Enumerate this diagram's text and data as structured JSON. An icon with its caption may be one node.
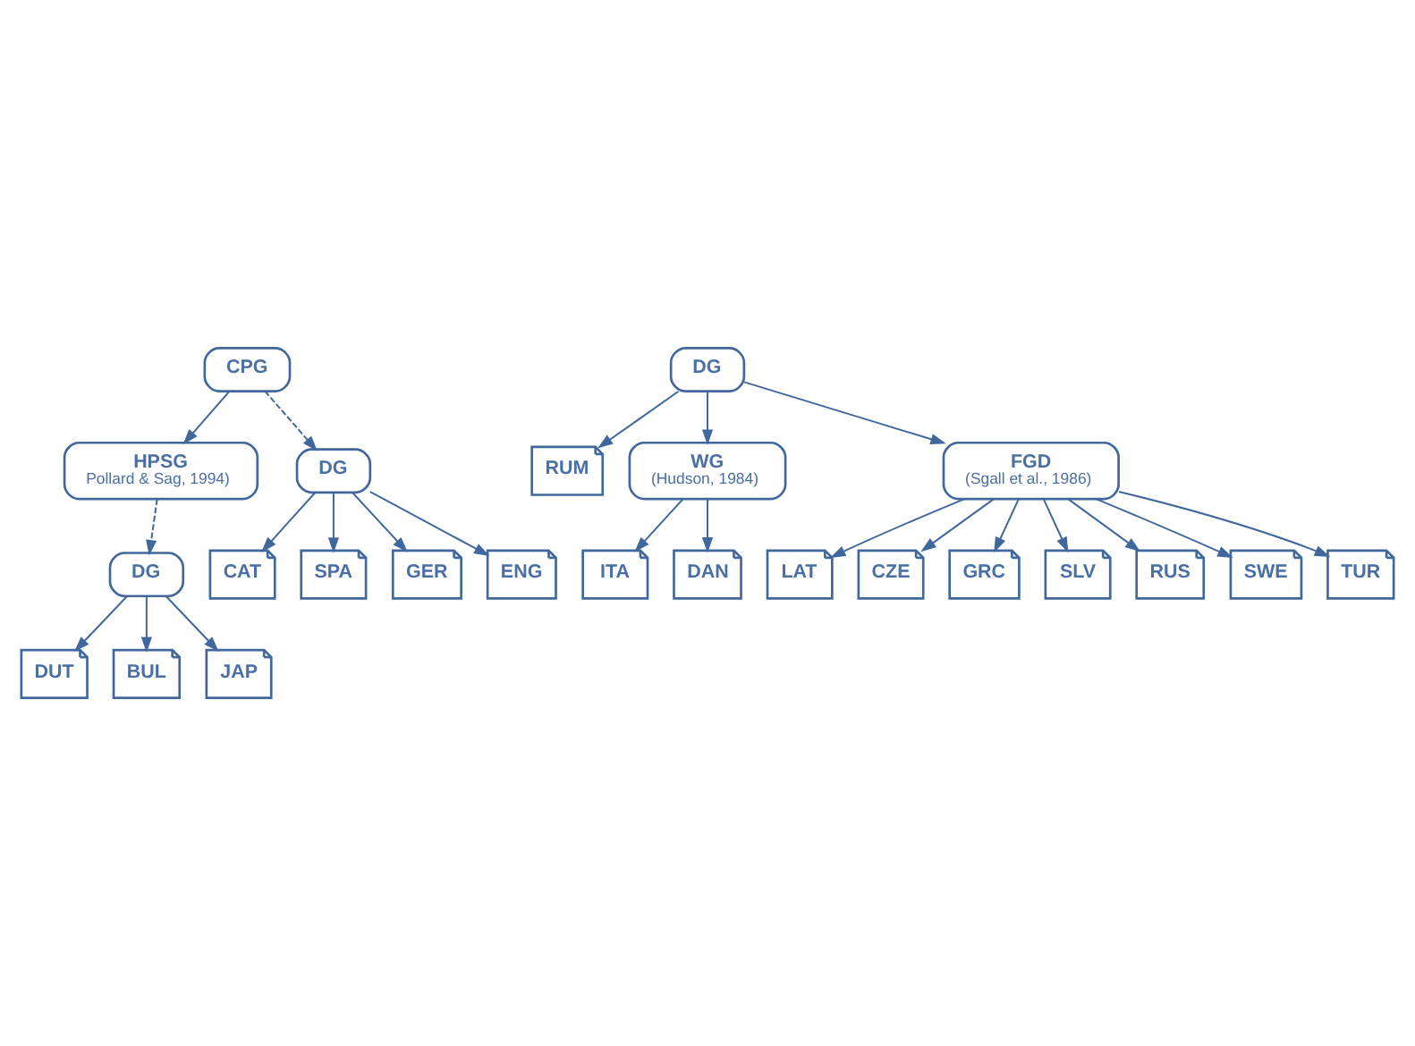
{
  "diagram": {
    "nodes": [
      {
        "text": [
          "CPG"
        ]
      },
      {
        "text": [
          "HPSG",
          "Pollard & Sag, 1994)"
        ]
      },
      {
        "text": [
          "DG"
        ]
      },
      {
        "text": [
          "DG"
        ]
      },
      {
        "text": [
          "DUT"
        ]
      },
      {
        "text": [
          "BUL"
        ]
      },
      {
        "text": [
          "JAP"
        ]
      },
      {
        "text": [
          "CAT"
        ]
      },
      {
        "text": [
          "SPA"
        ]
      },
      {
        "text": [
          "GER"
        ]
      },
      {
        "text": [
          "ENG"
        ]
      },
      {
        "text": [
          "DG"
        ]
      },
      {
        "text": [
          "RUM"
        ]
      },
      {
        "text": [
          "WG",
          "(Hudson, 1984)"
        ]
      },
      {
        "text": [
          "ITA"
        ]
      },
      {
        "text": [
          "DAN"
        ]
      },
      {
        "text": [
          "FGD",
          "(Sgall et al., 1986)"
        ]
      },
      {
        "text": [
          "LAT"
        ]
      },
      {
        "text": [
          "CZE"
        ]
      },
      {
        "text": [
          "GRC"
        ]
      },
      {
        "text": [
          "SLV"
        ]
      },
      {
        "text": [
          "RUS"
        ]
      },
      {
        "text": [
          "SWE"
        ]
      },
      {
        "text": [
          "TUR"
        ]
      }
    ],
    "edges": [
      {
        "from": 0,
        "to": 1,
        "arrow": "to"
      },
      {
        "from": 0,
        "to": 2,
        "arrow": "to",
        "style": "dashed"
      },
      {
        "from": 1,
        "to": 3,
        "arrow": "to",
        "style": "dashed"
      },
      {
        "from": 3,
        "to": 4,
        "arrow": "to"
      },
      {
        "from": 3,
        "to": 5,
        "arrow": "to"
      },
      {
        "from": 3,
        "to": 6,
        "arrow": "to"
      },
      {
        "from": 2,
        "to": 7,
        "arrow": "to"
      },
      {
        "from": 2,
        "to": 8,
        "arrow": "to"
      },
      {
        "from": 2,
        "to": 9,
        "arrow": "to"
      },
      {
        "from": 2,
        "to": 10,
        "arrow": "to"
      },
      {
        "from": 11,
        "to": 12,
        "arrow": "to"
      },
      {
        "from": 11,
        "to": 16,
        "arrow": "to"
      },
      {
        "from": 11,
        "to": 13,
        "arrow": "to"
      },
      {
        "from": 13,
        "to": 14,
        "arrow": "to"
      },
      {
        "from": 13,
        "to": 15,
        "arrow": "to"
      },
      {
        "from": 16,
        "to": 17,
        "arrow": "to"
      },
      {
        "from": 16,
        "to": 18,
        "arrow": "to"
      },
      {
        "from": 16,
        "to": 19,
        "arrow": "to"
      },
      {
        "from": 16,
        "to": 20,
        "arrow": "to"
      },
      {
        "from": 16,
        "to": 21,
        "arrow": "to"
      },
      {
        "from": 16,
        "to": 22,
        "arrow": "to"
      },
      {
        "from": 16,
        "to": 23,
        "arrow": "to"
      }
    ]
  }
}
